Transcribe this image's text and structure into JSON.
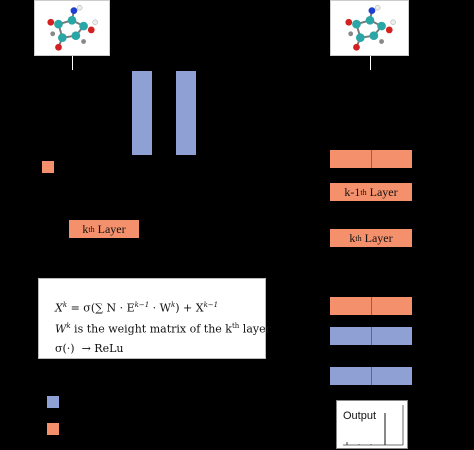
{
  "layers": {
    "left_kth": {
      "label": "Layer",
      "sup": "th",
      "prefix": "k"
    },
    "right_km1": {
      "label": "Layer",
      "sup": "th",
      "prefix": "k-1"
    },
    "right_kth": {
      "label": "Layer",
      "sup": "th",
      "prefix": "k"
    }
  },
  "formula": {
    "line1_lhs": "X",
    "line1_lhs_sup": "k",
    "line1_eq": " = σ(∑ N · E",
    "line1_e_sup": "k−1",
    "line1_mid": " · W",
    "line1_w_sup": "k",
    "line1_plus": ") + X",
    "line1_x_sup": "k−1",
    "line2_w": "W",
    "line2_w_sup": "k",
    "line2_text": " is the weight matrix of the k",
    "line2_sup": "th",
    "line2_end": " layer",
    "line3_sigma": "σ(·)",
    "line3_arrow": "→ ReLu"
  },
  "output": {
    "title": "Output"
  },
  "colors": {
    "orange": "#f4906b",
    "blue": "#8fa1d4",
    "background": "#000000"
  }
}
